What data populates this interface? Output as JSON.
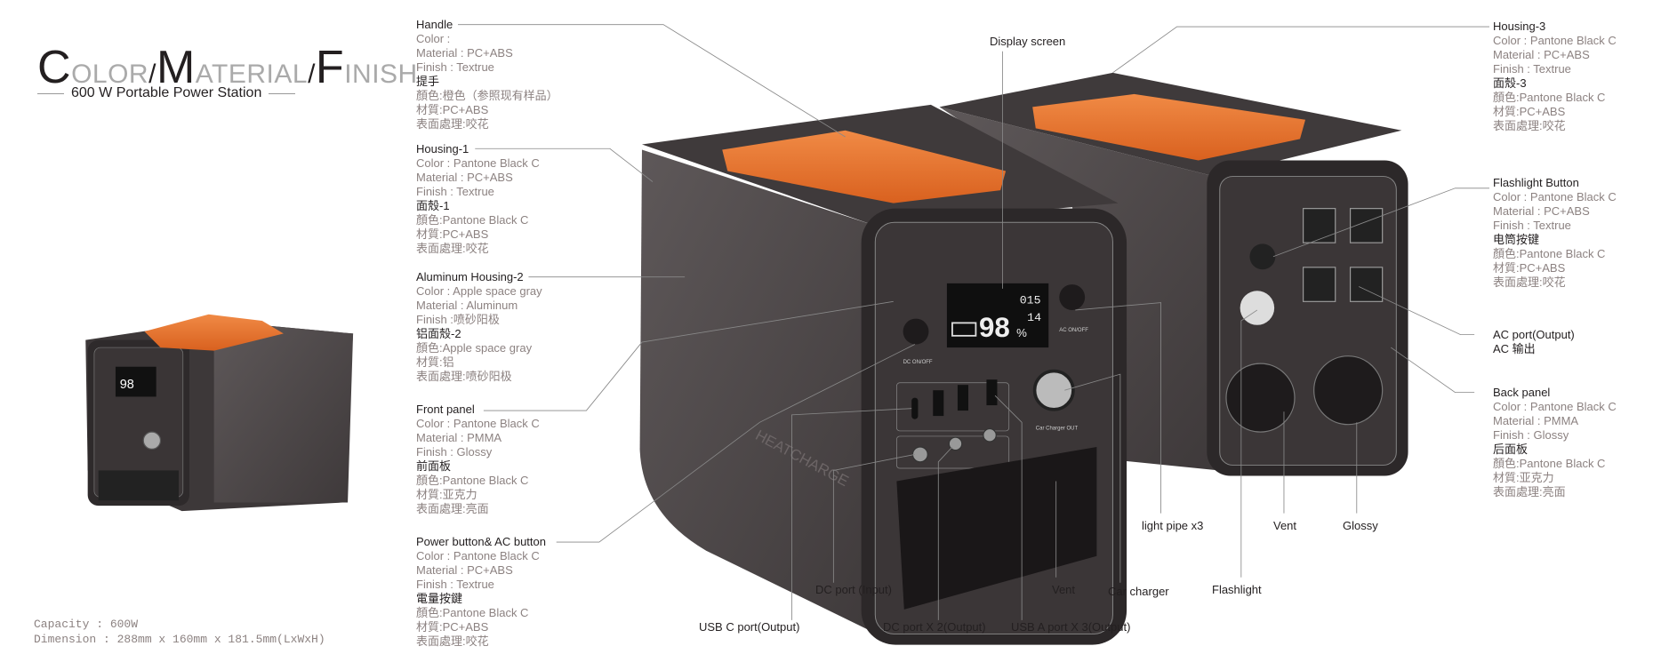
{
  "title": {
    "c": "C",
    "olor": "OLOR",
    "m": "M",
    "aterial": "ATERIAL",
    "f": "F",
    "inish": "INISH",
    "slash": "/",
    "subtitle": "600 W Portable Power Station"
  },
  "specs": {
    "capacity": "Capacity : 600W",
    "dimension": "Dimension : 288mm x 160mm x 181.5mm(LxWxH)"
  },
  "display": {
    "battery_percent": "98",
    "percent_sign": "%",
    "top_digits": "015",
    "bottom_digits": "14",
    "dc_label": "DC ON/OFF",
    "ac_label": "AC ON/OFF",
    "car_label": "Car Charger OUT",
    "brand": "HEATCHARGE"
  },
  "left_parts": [
    {
      "name": "Handle",
      "color": "Color :",
      "material": "Material : PC+ABS",
      "finish": "Finish : Textrue",
      "cn_name": "提手",
      "cn_color": "顏色:橙色（参照现有样品）",
      "cn_material": "材質:PC+ABS",
      "cn_finish": "表面處理:咬花"
    },
    {
      "name": "Housing-1",
      "color": "Color : Pantone Black C",
      "material": "Material : PC+ABS",
      "finish": "Finish : Textrue",
      "cn_name": "面殼-1",
      "cn_color": "顏色:Pantone Black C",
      "cn_material": "材質:PC+ABS",
      "cn_finish": "表面處理:咬花"
    },
    {
      "name": "Aluminum Housing-2",
      "color": "Color : Apple space gray",
      "material": "Material : Aluminum",
      "finish": "Finish :喷砂阳极",
      "cn_name": "铝面殼-2",
      "cn_color": "顏色:Apple space gray",
      "cn_material": "材質:铝",
      "cn_finish": "表面處理:喷砂阳极"
    },
    {
      "name": "Front panel",
      "color": "Color : Pantone Black C",
      "material": "Material : PMMA",
      "finish": "Finish : Glossy",
      "cn_name": "前面板",
      "cn_color": "顏色:Pantone Black C",
      "cn_material": "材質:亚克力",
      "cn_finish": "表面處理:亮面"
    },
    {
      "name": "Power button& AC button",
      "color": "Color : Pantone Black C",
      "material": "Material : PC+ABS",
      "finish": "Finish : Textrue",
      "cn_name": "電量按鍵",
      "cn_color": "顏色:Pantone Black C",
      "cn_material": "材質:PC+ABS",
      "cn_finish": "表面處理:咬花"
    }
  ],
  "right_parts": [
    {
      "name": "Housing-3",
      "color": "Color : Pantone Black C",
      "material": "Material : PC+ABS",
      "finish": "Finish : Textrue",
      "cn_name": "面殼-3",
      "cn_color": "顏色:Pantone Black C",
      "cn_material": "材質:PC+ABS",
      "cn_finish": "表面處理:咬花"
    },
    {
      "name": "Flashlight Button",
      "color": "Color : Pantone Black C",
      "material": "Material : PC+ABS",
      "finish": "Finish : Textrue",
      "cn_name": "电筒按键",
      "cn_color": "顏色:Pantone Black C",
      "cn_material": "材質:PC+ABS",
      "cn_finish": "表面處理:咬花"
    },
    {
      "name": "Back panel",
      "color": "Color : Pantone Black C",
      "material": "Material : PMMA",
      "finish": "Finish : Glossy",
      "cn_name": "后面板",
      "cn_color": "顏色:Pantone Black C",
      "cn_material": "材質:亚克力",
      "cn_finish": "表面處理:亮面"
    }
  ],
  "ac_port": {
    "name": "AC port(Output)",
    "cn": "AC 输出"
  },
  "callouts": {
    "display_screen": "Display screen",
    "light_pipe": "light pipe x3",
    "vent_back": "Vent",
    "glossy": "Glossy",
    "dc_input": "DC port (Input)",
    "vent_front": "Vent",
    "car_charger": "Car charger",
    "flashlight": "Flashlight",
    "usb_c": "USB C port(Output)",
    "dc_output": "DC port X 2(Output)",
    "usb_a": "USB A port X 3(Output)"
  },
  "colors": {
    "orange": "#e8722c",
    "body": "#4a4546",
    "dark": "#2b2728",
    "text": "#231f20",
    "gray_text": "#8c8281"
  }
}
